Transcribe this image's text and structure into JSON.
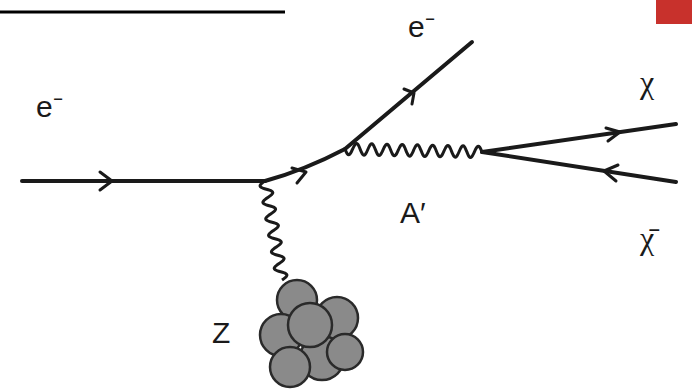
{
  "diagram": {
    "labels": [
      "e⁻",
      "e⁻",
      "χ",
      "χ̄",
      "A′",
      "Z"
    ]
  }
}
